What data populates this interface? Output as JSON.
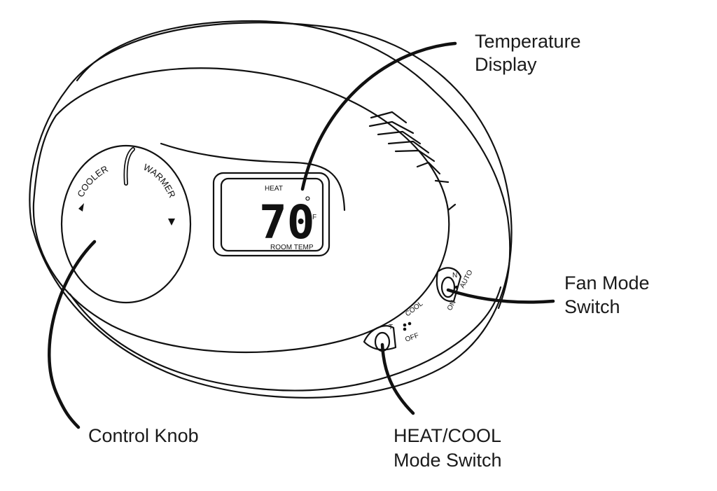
{
  "callouts": {
    "temperature_display": [
      "Temperature",
      "Display"
    ],
    "fan_mode_switch": [
      "Fan Mode",
      "Switch"
    ],
    "control_knob": [
      "Control Knob"
    ],
    "heat_cool_switch": [
      "HEAT/COOL",
      "Mode Switch"
    ]
  },
  "knob": {
    "cooler_label": "COOLER",
    "warmer_label": "WARMER"
  },
  "display": {
    "mode_label": "HEAT",
    "temperature": "70",
    "degree_symbol": "°",
    "unit": "F",
    "caption": "ROOM TEMP"
  },
  "heat_cool_switch": {
    "label_top": "T",
    "label_cool": "COOL",
    "label_off": "OFF"
  },
  "fan_switch": {
    "label_on": "ON",
    "label_auto": "AUTO",
    "label_n": "N"
  }
}
